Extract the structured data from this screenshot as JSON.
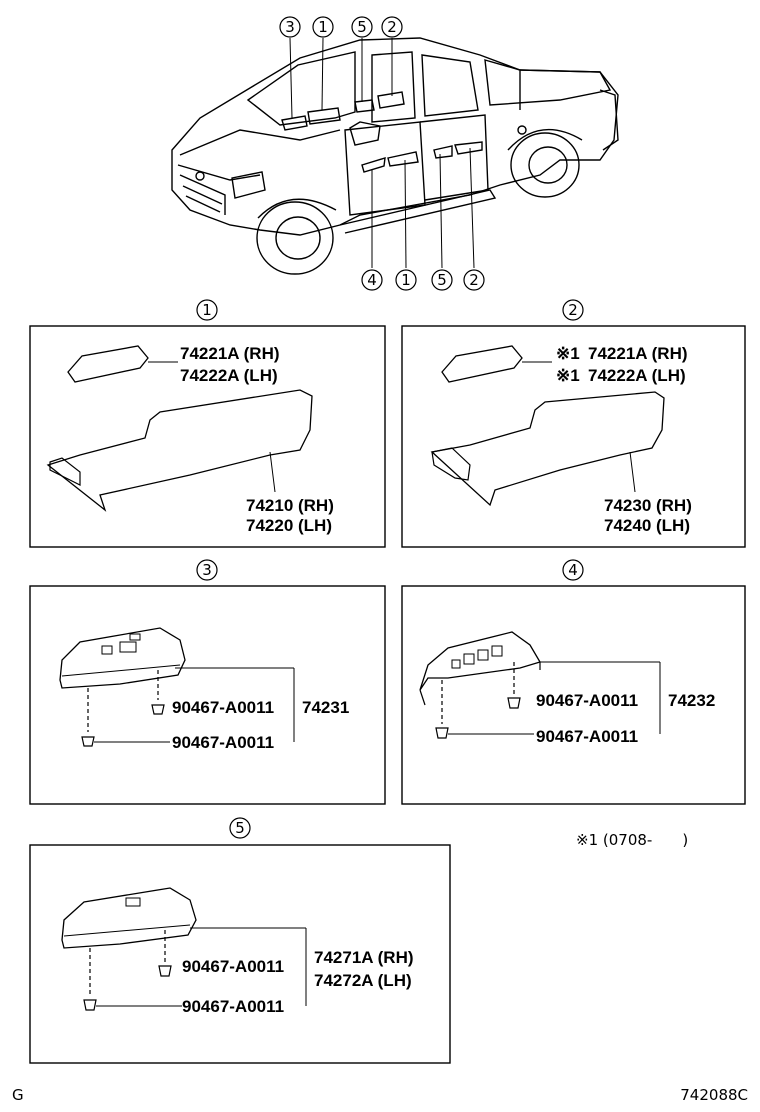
{
  "truck_callouts": {
    "top": [
      "3",
      "1",
      "5",
      "2"
    ],
    "bottom": [
      "4",
      "1",
      "5",
      "2"
    ]
  },
  "panels": [
    {
      "id": "1",
      "cap": [
        "74221A (RH)",
        "74222A (LH)"
      ],
      "cap_mark": "",
      "arm": [
        "74210 (RH)",
        "74220 (LH)"
      ]
    },
    {
      "id": "2",
      "cap": [
        "74221A (RH)",
        "74222A (LH)"
      ],
      "cap_mark": "※1",
      "arm": [
        "74230 (RH)",
        "74240 (LH)"
      ]
    },
    {
      "id": "3",
      "clip_a": "90467-A0011",
      "clip_b": "90467-A0011",
      "part": "74231"
    },
    {
      "id": "4",
      "clip_a": "90467-A0011",
      "clip_b": "90467-A0011",
      "part": "74232"
    },
    {
      "id": "5",
      "clip_a": "90467-A0011",
      "clip_b": "90467-A0011",
      "part": [
        "74271A (RH)",
        "74272A (LH)"
      ]
    }
  ],
  "note": "※1 (0708-　　)",
  "footer": {
    "left": "G",
    "right": "742088C"
  }
}
